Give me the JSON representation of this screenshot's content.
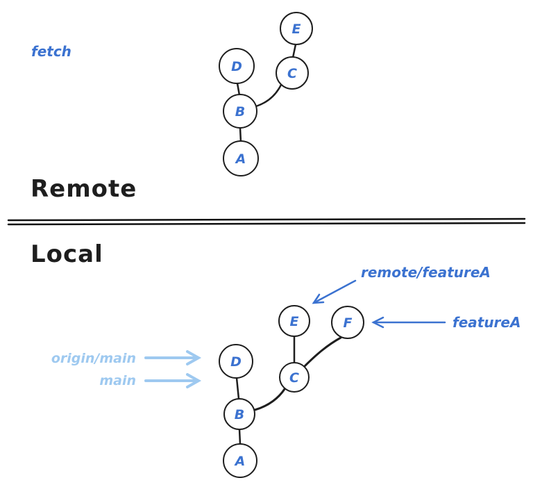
{
  "colors": {
    "stroke": "#1e1e1e",
    "blue": "#3b72d0",
    "light_blue": "#9ec9f0",
    "background": "#ffffff"
  },
  "remote": {
    "title": "Remote",
    "fetch_label": "fetch",
    "nodes": {
      "A": "A",
      "B": "B",
      "C": "C",
      "D": "D",
      "E": "E"
    }
  },
  "local": {
    "title": "Local",
    "nodes": {
      "A": "A",
      "B": "B",
      "C": "C",
      "D": "D",
      "E": "E",
      "F": "F"
    },
    "annotations": {
      "remote_feature": "remote/featureA",
      "feature": "featureA",
      "origin_main": "origin/main",
      "main": "main"
    }
  }
}
